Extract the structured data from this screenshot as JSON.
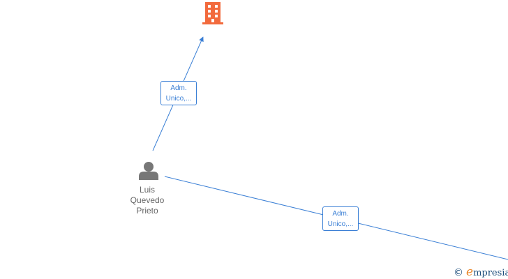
{
  "colors": {
    "edge": "#3a7fd5",
    "company": "#f26a3d",
    "person": "#777777",
    "label_text": "#666666"
  },
  "nodes": {
    "company": {
      "icon": "building-icon"
    },
    "person": {
      "icon": "person-icon",
      "name_lines": [
        "Luis",
        "Quevedo",
        "Prieto"
      ]
    }
  },
  "edges": [
    {
      "from": "person",
      "to": "company",
      "label_lines": [
        "Adm.",
        "Unico,..."
      ]
    },
    {
      "from": "person",
      "to": "offscreen-company",
      "label_lines": [
        "Adm.",
        "Unico,..."
      ]
    }
  ],
  "watermark": {
    "copyright_symbol": "©",
    "brand_initial": "e",
    "brand_rest": "mpresia"
  }
}
